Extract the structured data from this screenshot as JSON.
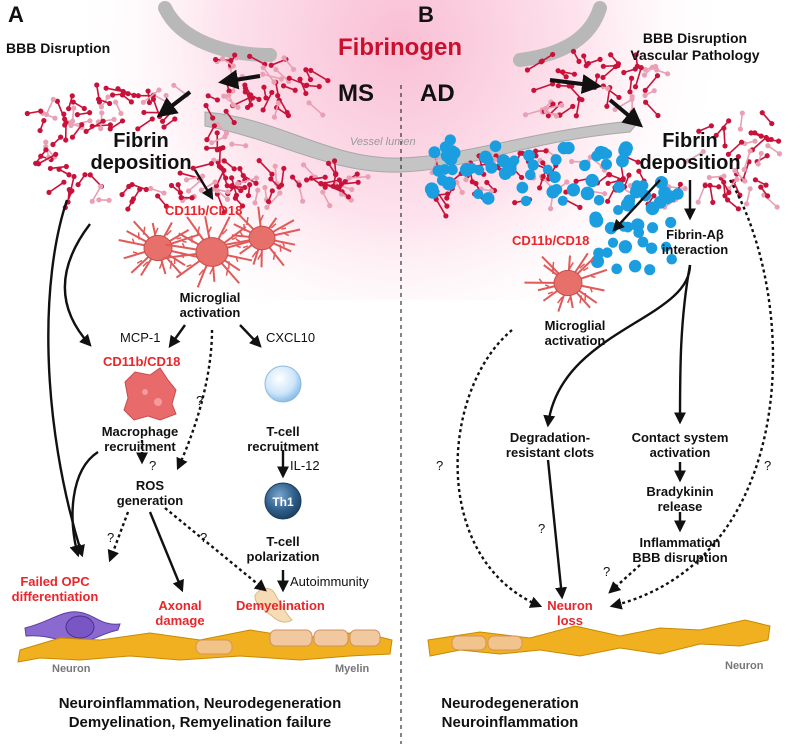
{
  "colors": {
    "red": "#e8262b",
    "fibrin": "#c8123a",
    "fibrin_light": "#e8a0b4",
    "amyloid": "#1a9ee0",
    "vessel": "#b8b8b8",
    "neuron": "#f0b020",
    "th1": "#2e5f8a",
    "glow": "#fbd5e2"
  },
  "icons": [
    "vessel-icon",
    "fibrin-network-icon",
    "microglia-icon",
    "macrophage-icon",
    "t-cell-icon",
    "th1-cell-icon",
    "opc-icon",
    "neuron-axon-icon",
    "myelin-icon",
    "amyloid-beta-icon"
  ],
  "header": {
    "title": "Fibrinogen"
  },
  "vessel_label": "Vessel lumen",
  "panel_a": {
    "letter": "A",
    "disease": "MS",
    "bbb": "BBB Disruption",
    "fibrin_deposition": [
      "Fibrin",
      "deposition"
    ],
    "receptor_microglia": "CD11b/CD18",
    "microglial_activation": [
      "Microglial",
      "activation"
    ],
    "mcp1": "MCP-1",
    "cxcl10": "CXCL10",
    "receptor_macrophage": "CD11b/CD18",
    "macrophage_recruitment": [
      "Macrophage",
      "recruitment"
    ],
    "tcell_recruitment": [
      "T-cell",
      "recruitment"
    ],
    "il12": "IL-12",
    "th1": "Th1",
    "ros": [
      "ROS",
      "generation"
    ],
    "tcell_polarization": [
      "T-cell",
      "polarization"
    ],
    "autoimmunity": "Autoimmunity",
    "failed_opc": [
      "Failed OPC",
      "differentiation"
    ],
    "axonal_damage": [
      "Axonal",
      "damage"
    ],
    "demyelination": "Demyelination",
    "neuron": "Neuron",
    "myelin": "Myelin",
    "q_ros": "?",
    "q_macrophage_ros": "?",
    "q_opc": "?",
    "q_demyelination": "?",
    "footer": [
      "Neuroinflammation, Neurodegeneration",
      "Demyelination, Remyelination failure"
    ]
  },
  "panel_b": {
    "letter": "B",
    "disease": "AD",
    "bbb": [
      "BBB Disruption",
      "Vascular Pathology"
    ],
    "fibrin_deposition": [
      "Fibrin",
      "deposition"
    ],
    "receptor": "CD11b/CD18",
    "fibrin_abeta": [
      "Fibrin-Aβ",
      "interaction"
    ],
    "microglial_activation": [
      "Microglial",
      "activation"
    ],
    "degradation": [
      "Degradation-",
      "resistant clots"
    ],
    "contact": [
      "Contact system",
      "activation"
    ],
    "bradykinin": [
      "Bradykinin",
      "release"
    ],
    "inflammation": [
      "Inflammation",
      "BBB disruption"
    ],
    "neuron_loss": [
      "Neuron",
      "loss"
    ],
    "neuron": "Neuron",
    "q_left": "?",
    "q_clots": "?",
    "q_right": "?",
    "q_inflammation": "?",
    "footer": [
      "Neurodegeneration",
      "Neuroinflammation"
    ]
  }
}
